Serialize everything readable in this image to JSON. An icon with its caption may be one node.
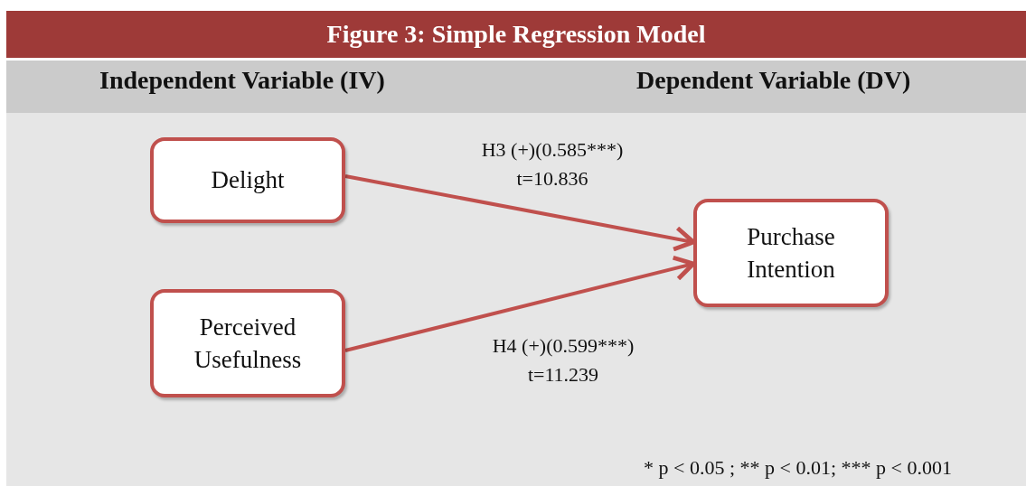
{
  "diagram": {
    "title": "Figure 3: Simple Regression Model",
    "nodes": [
      {
        "text": [
          "Delight"
        ]
      },
      {
        "text": [
          "Perceived Usefulness"
        ]
      },
      {
        "text": [
          "Purchase Intention"
        ]
      }
    ],
    "edges": [
      {
        "from": 0,
        "to": 2,
        "arrow": "to",
        "label": "H3 (+)(0.585***) t=10.836"
      },
      {
        "from": 1,
        "to": 2,
        "arrow": "to",
        "label": "H4 (+)(0.599***) t=11.239"
      }
    ],
    "labels": [
      "Independent Variable (IV)",
      "Dependent Variable (DV)",
      "* p < 0.05 ; ** p < 0.01; *** p < 0.001"
    ]
  }
}
